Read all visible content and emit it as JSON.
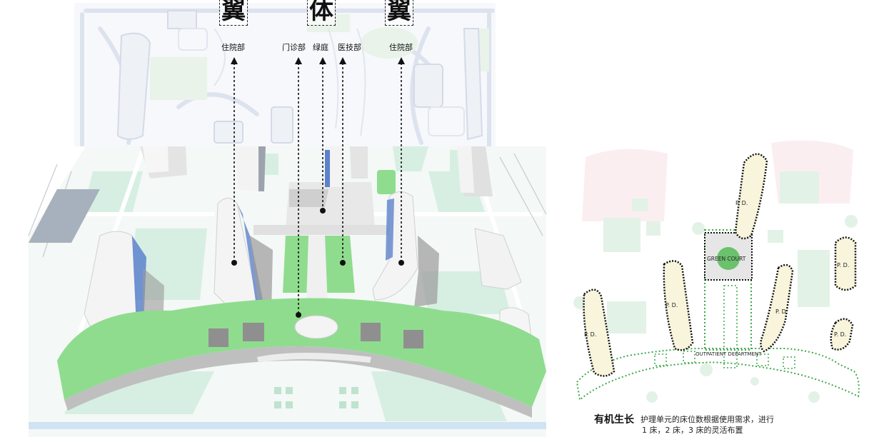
{
  "top_chars": [
    "翼",
    "体",
    "翼"
  ],
  "function_labels": [
    "住院部",
    "门诊部",
    "绿庭",
    "医技部",
    "住院部"
  ],
  "diagram_labels": {
    "pd": "P. D.",
    "green_court": "GREEN COURT",
    "outpatient": "OUTPATIENT DEPARTMENT"
  },
  "caption": {
    "title": "有机生长",
    "line1": "护理单元的床位数根据使用需求，进行",
    "line2": "1 床，2 床，3 床的灵活布置"
  },
  "colors": {
    "green": "#8fdc8f",
    "light_green": "#d7efe3",
    "building": "#f2f2f2",
    "shadow": "#9a9a9a",
    "blue_glass": "#5d82cc",
    "pd_fill": "#f8f5dc",
    "court_dot": "#2e8b2e"
  }
}
